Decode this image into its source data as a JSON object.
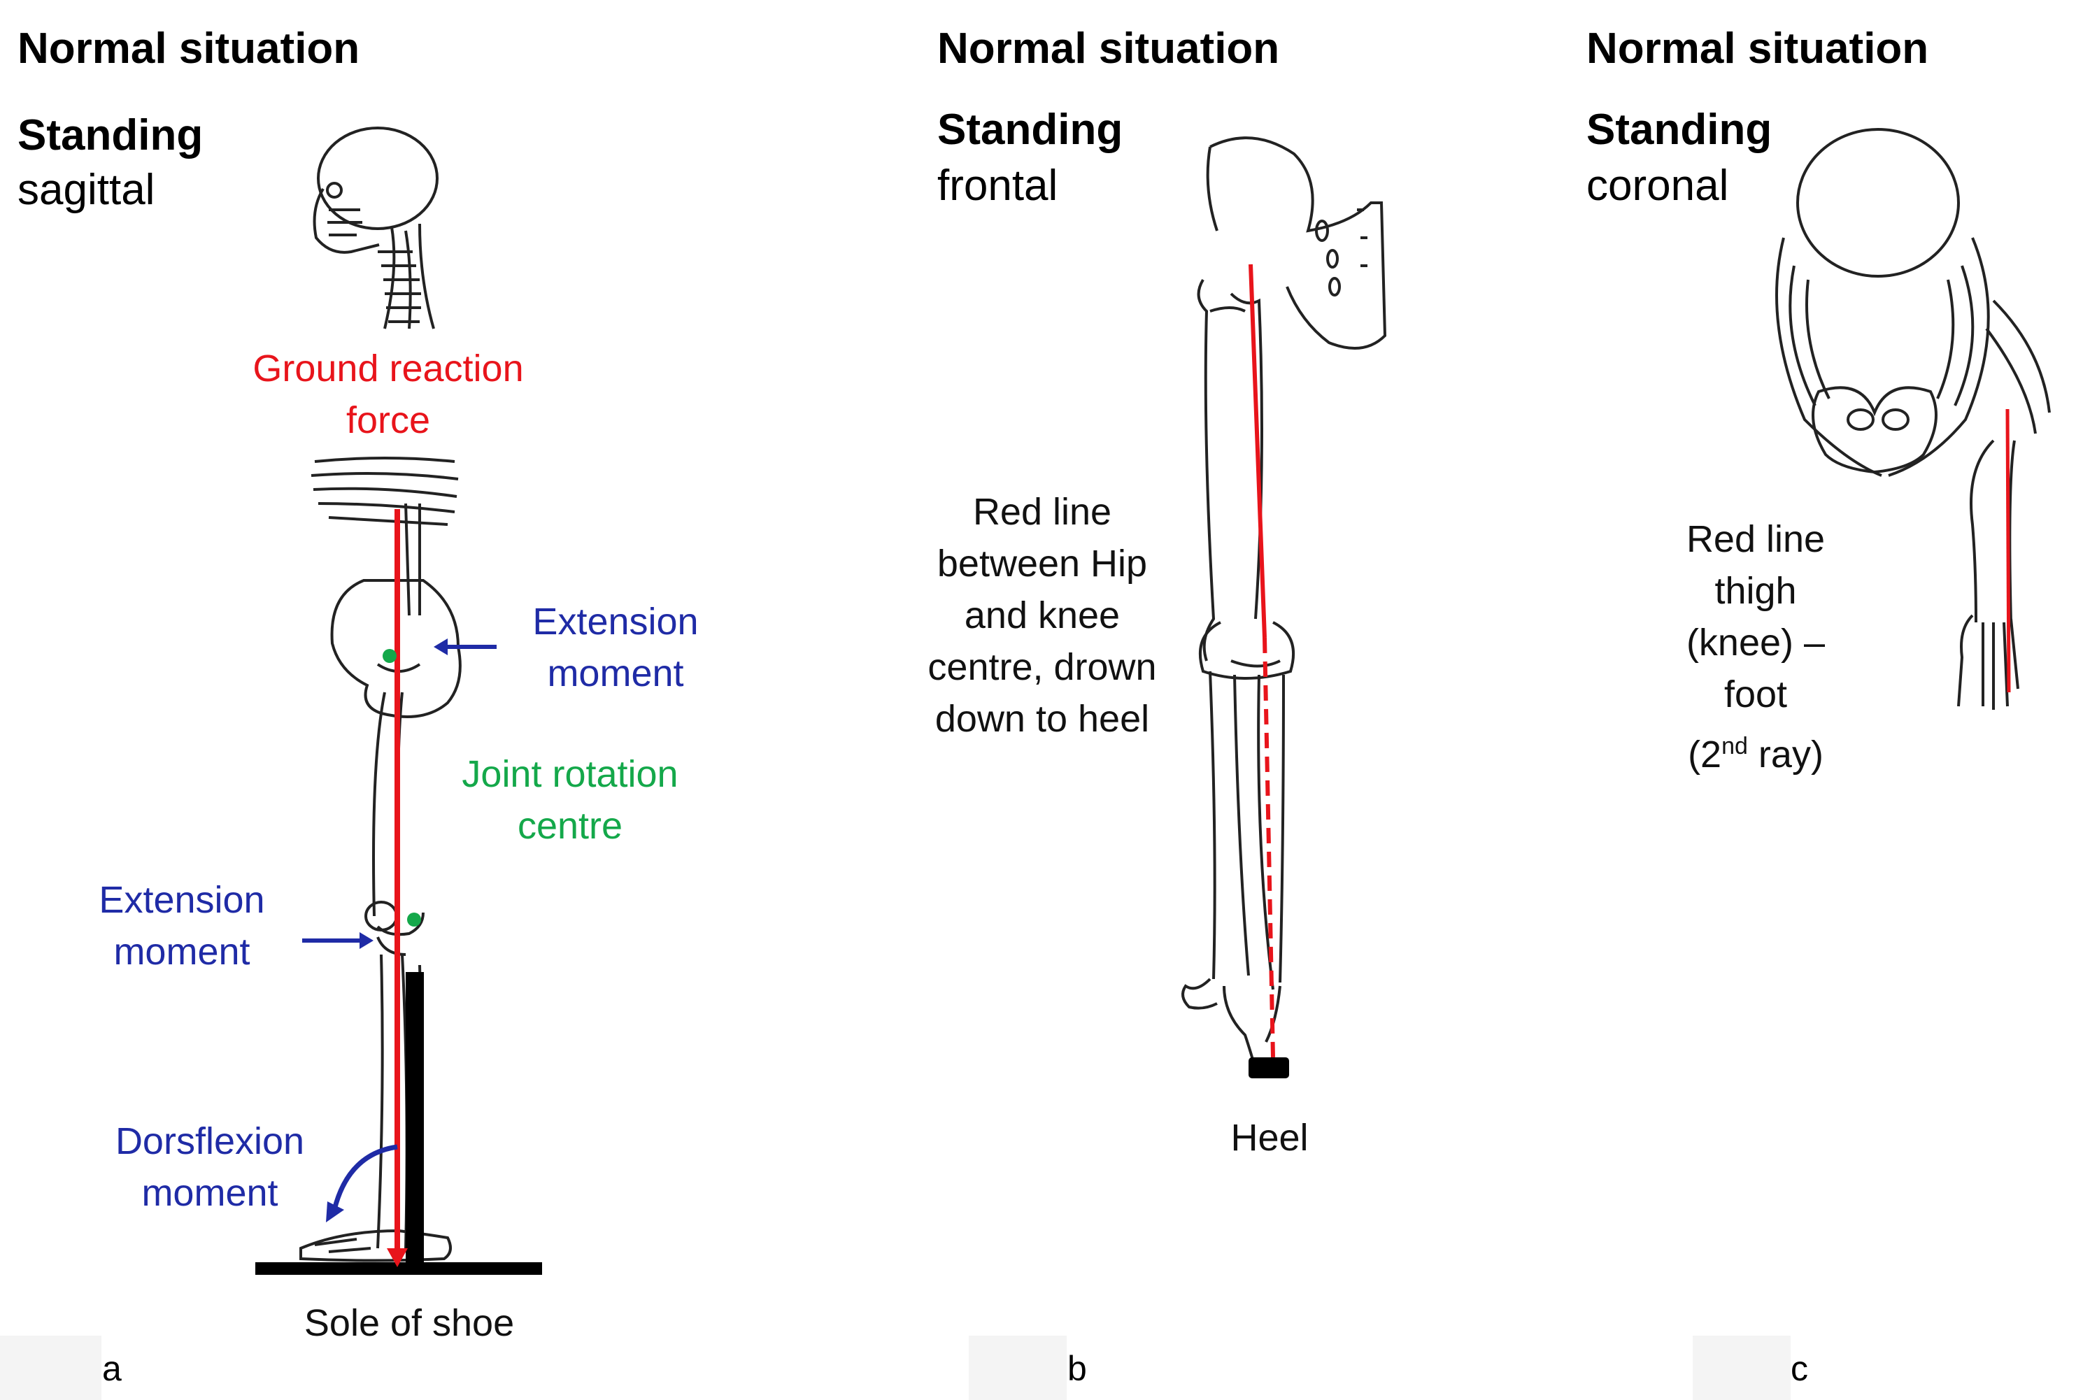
{
  "panels": {
    "a": {
      "heading": "Normal situation",
      "subheading": "Standing",
      "view": "sagittal",
      "labels": {
        "grf_line1": "Ground reaction",
        "grf_line2": "force",
        "hip_ext_line1": "Extension",
        "hip_ext_line2": "moment",
        "jrc_line1": "Joint rotation",
        "jrc_line2": "centre",
        "knee_ext_line1": "Extension",
        "knee_ext_line2": "moment",
        "dorsi_line1": "Dorsflexion",
        "dorsi_line2": "moment",
        "sole": "Sole of shoe"
      },
      "letter": "a"
    },
    "b": {
      "heading": "Normal situation",
      "subheading": "Standing",
      "view": "frontal",
      "labels": {
        "line1": "Red line",
        "line2": "between Hip",
        "line3": "and knee",
        "line4": "centre, drown",
        "line5": "down to heel",
        "heel": "Heel"
      },
      "letter": "b"
    },
    "c": {
      "heading": "Normal situation",
      "subheading": "Standing",
      "view": "coronal",
      "labels": {
        "line1": "Red line thigh",
        "line2": "(knee) – foot",
        "line3_pre": "(2",
        "line3_sup": "nd",
        "line3_post": " ray)"
      },
      "letter": "c"
    }
  },
  "colors": {
    "force_line": "#e8141b",
    "moment_arrows": "#1f2ba6",
    "joint_centre": "#14a84a"
  }
}
